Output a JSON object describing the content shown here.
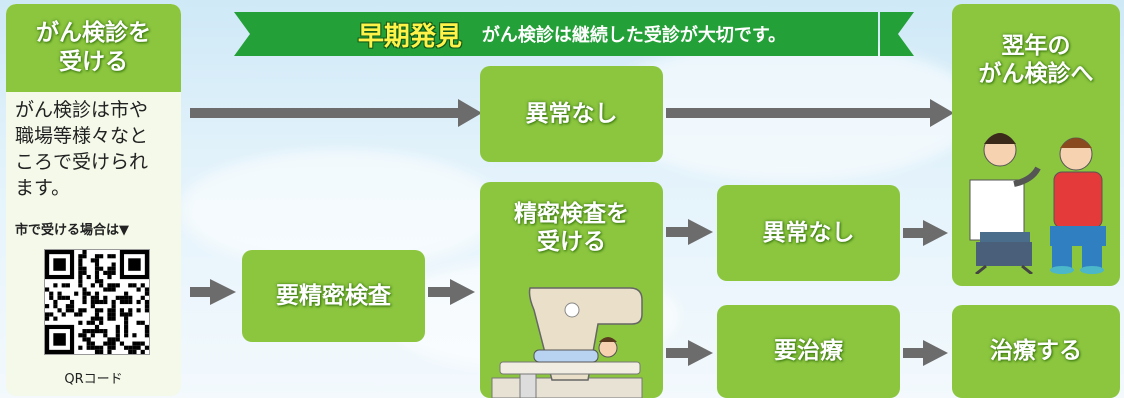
{
  "banner": {
    "main": "早期発見",
    "sub": "がん検診は継続した受診が大切です。"
  },
  "left_panel": {
    "title_line1": "がん検診を",
    "title_line2": "受ける",
    "body": [
      "がん検診は市や",
      "職場等様々なと",
      "ころで受けられ",
      "ます。"
    ],
    "city_label": "市で受ける場合は▼",
    "qr_label": "QRコード"
  },
  "nodes": {
    "no_abnormality_top": "異常なし",
    "needs_detailed_exam": "要精密検査",
    "take_detailed_exam_line1": "精密検査を",
    "take_detailed_exam_line2": "受ける",
    "no_abnormality_mid": "異常なし",
    "needs_treatment": "要治療",
    "next_year_line1": "翌年の",
    "next_year_line2": "がん検診へ",
    "get_treatment": "治療する"
  },
  "colors": {
    "node_green": "#8cc63f",
    "banner_green": "#23a037",
    "arrow_gray": "#6c6c6c",
    "highlight_yellow": "#fff34a"
  }
}
